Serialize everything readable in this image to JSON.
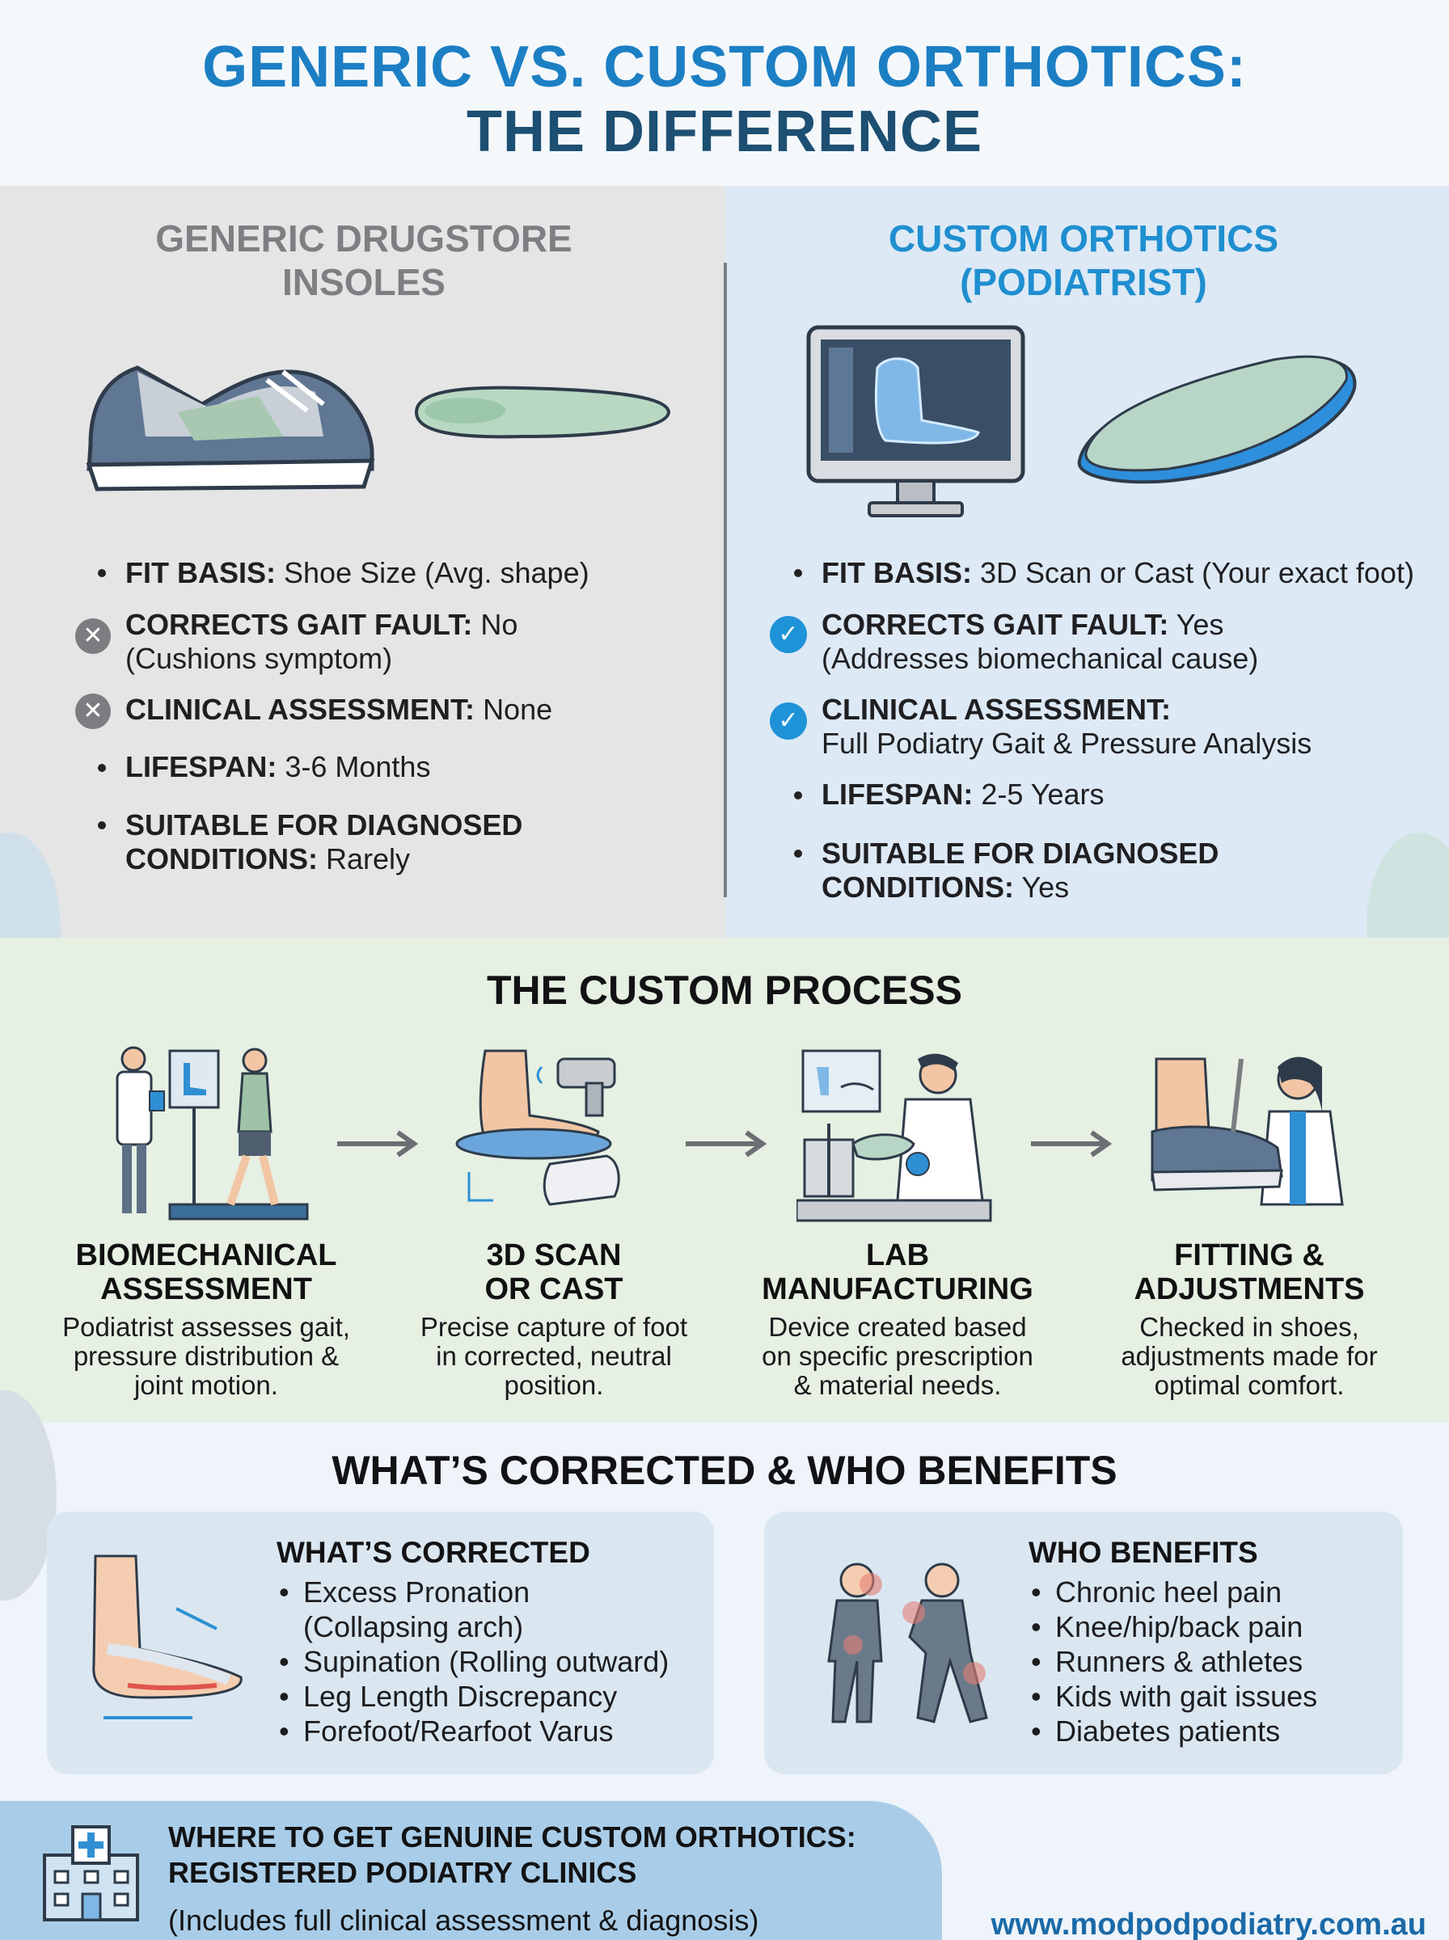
{
  "header": {
    "title_line1": "GENERIC VS. CUSTOM ORTHOTICS:",
    "title_line2": "THE DIFFERENCE"
  },
  "generic": {
    "title_line1": "GENERIC DRUGSTORE",
    "title_line2": "INSOLES",
    "features": [
      {
        "label": "FIT BASIS:",
        "value": "Shoe Size (Avg. shape)",
        "marker": "bullet"
      },
      {
        "label": "CORRECTS GAIT FAULT:",
        "value": "No",
        "value2": "(Cushions symptom)",
        "marker": "x-icon"
      },
      {
        "label": "CLINICAL ASSESSMENT:",
        "value": "None",
        "marker": "x-icon"
      },
      {
        "label": "LIFESPAN:",
        "value": "3-6 Months",
        "marker": "bullet"
      },
      {
        "label": "SUITABLE FOR DIAGNOSED",
        "label2": "CONDITIONS:",
        "value": "Rarely",
        "marker": "bullet"
      }
    ]
  },
  "custom": {
    "title_line1": "CUSTOM ORTHOTICS",
    "title_line2": "(PODIATRIST)",
    "features": [
      {
        "label": "FIT BASIS:",
        "value": "3D Scan or Cast (Your exact foot)",
        "marker": "bullet"
      },
      {
        "label": "CORRECTS GAIT FAULT:",
        "value": "Yes",
        "value2": "(Addresses biomechanical cause)",
        "marker": "check-icon"
      },
      {
        "label": "CLINICAL ASSESSMENT:",
        "value": "",
        "value2": "Full Podiatry Gait & Pressure Analysis",
        "marker": "check-icon"
      },
      {
        "label": "LIFESPAN:",
        "value": "2-5 Years",
        "marker": "bullet"
      },
      {
        "label": "SUITABLE FOR DIAGNOSED",
        "label2": "CONDITIONS:",
        "value": "Yes",
        "marker": "bullet"
      }
    ]
  },
  "process": {
    "title": "THE CUSTOM PROCESS",
    "steps": [
      {
        "title1": "BIOMECHANICAL",
        "title2": "ASSESSMENT",
        "desc1": "Podiatrist assesses gait,",
        "desc2": "pressure distribution &",
        "desc3": "joint motion."
      },
      {
        "title1": "3D SCAN",
        "title2": "OR CAST",
        "desc1": "Precise capture of foot",
        "desc2": "in corrected, neutral",
        "desc3": "position."
      },
      {
        "title1": "LAB",
        "title2": "MANUFACTURING",
        "desc1": "Device created based",
        "desc2": "on specific prescription",
        "desc3": "& material needs."
      },
      {
        "title1": "FITTING &",
        "title2": "ADJUSTMENTS",
        "desc1": "Checked in shoes,",
        "desc2": "adjustments made for",
        "desc3": "optimal comfort."
      }
    ]
  },
  "corrected_section": {
    "title": "WHAT’S CORRECTED & WHO BENEFITS",
    "corrected": {
      "heading": "WHAT’S CORRECTED",
      "items": [
        "Excess Pronation",
        "(Collapsing arch)",
        "Supination (Rolling outward)",
        "Leg Length Discrepancy",
        "Forefoot/Rearfoot Varus"
      ]
    },
    "benefits": {
      "heading": "WHO BENEFITS",
      "items": [
        "Chronic heel pain",
        "Knee/hip/back pain",
        "Runners & athletes",
        "Kids with gait issues",
        "Diabetes patients"
      ]
    }
  },
  "footer": {
    "line1": "WHERE TO GET GENUINE CUSTOM ORTHOTICS:",
    "line2": "REGISTERED PODIATRY CLINICS",
    "sub": "(Includes full clinical assessment & diagnosis)",
    "url": "www.modpodpodiatry.com.au"
  },
  "colors": {
    "title_blue": "#1c7fc4",
    "title_navy": "#1d4f73",
    "check_blue": "#1f93d8",
    "x_gray": "#7b7d80"
  }
}
